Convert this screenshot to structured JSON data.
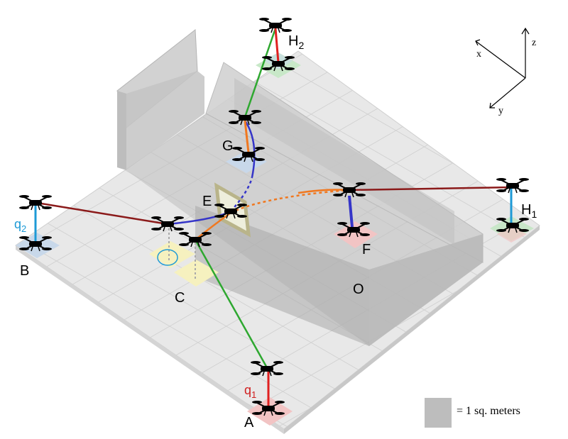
{
  "labels": {
    "A": "A",
    "B": "B",
    "C": "C",
    "E": "E",
    "F": "F",
    "G": "G",
    "O": "O",
    "H2": "H",
    "H2_sub": "2",
    "H1": "H",
    "H1_sub": "1",
    "q1": "q",
    "q1_sub": "1",
    "q2": "q",
    "q2_sub": "2"
  },
  "axes": {
    "x": "x",
    "y": "y",
    "z": "z"
  },
  "legend": {
    "text": "= 1 sq. meters"
  },
  "colors": {
    "red_path": "#e02020",
    "green_path": "#2ea830",
    "blue_path": "#3535c8",
    "orange_path": "#f07820",
    "darkred_path": "#8b1a1a",
    "cyan_path": "#1e9ad6",
    "q1_label": "#d02020",
    "q2_label": "#1e9ad6"
  }
}
